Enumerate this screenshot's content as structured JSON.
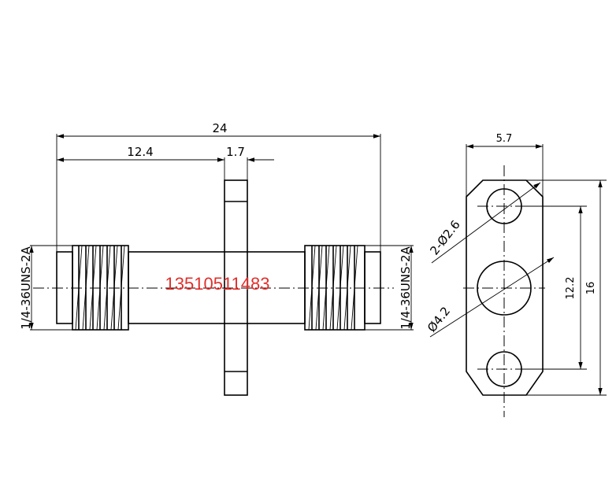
{
  "dimensions": {
    "overall_length": "24",
    "thread_length": "12.4",
    "flange_thickness": "1.7",
    "flange_width": "5.7",
    "hole_spacing": "12.2",
    "flange_height": "16",
    "mount_holes": "2-Ø2.6",
    "center_hole": "Ø4.2",
    "thread_left": "1/4-36UNS-2A",
    "thread_right": "1/4-36UNS-2A"
  },
  "watermark": "13510511483"
}
